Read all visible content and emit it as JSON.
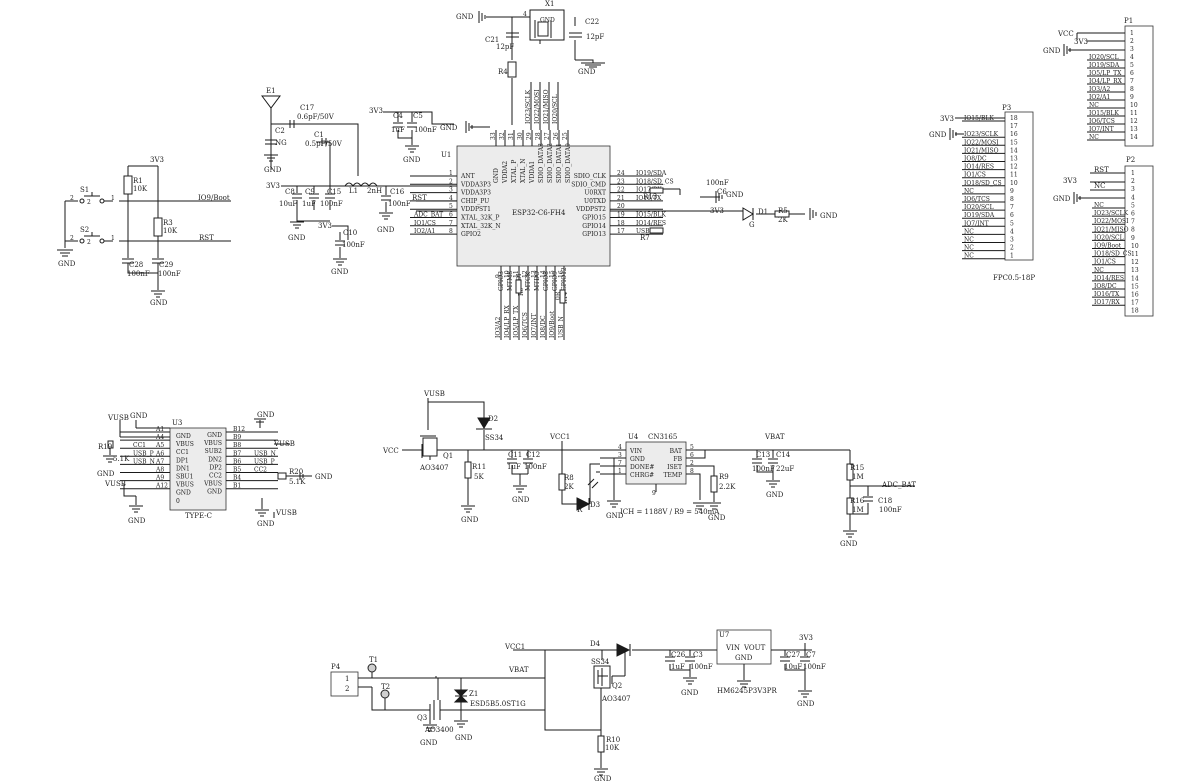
{
  "nets": {
    "gnd": "GND",
    "v3": "3V3",
    "vcc": "VCC",
    "vusb": "VUSB",
    "vcc1": "VCC1",
    "vbat": "VBAT",
    "rst": "RST",
    "io9boot": "IO9/Boot",
    "adc_bat": "ADC_BAT",
    "usb_p": "USB_P",
    "usb_n": "USB_N",
    "usb_p_a6": "USB_P A6",
    "usb_n_a7": "USB_N A7"
  },
  "crystal": {
    "ref": "X1",
    "gnd": "GND",
    "c21": "C21",
    "c21_val": "12pF",
    "c22": "C22",
    "c22_val": "12pF",
    "pin4": "4",
    "r4": "R4"
  },
  "rf": {
    "e1": "E1",
    "c17": "C17",
    "c17_val": "0.6pF/50V",
    "c1": "C1",
    "c1_val": "0.5pF/50V",
    "c2": "C2",
    "c2_val": "NG"
  },
  "caps_top": {
    "c4": "C4",
    "c4_val": "1uF",
    "c5": "C5",
    "c5_val": "100nF"
  },
  "power_in": {
    "c8": "C8",
    "c8_val": "10uF",
    "c9": "C9",
    "c9_val": "1uF",
    "c15": "C15",
    "c15_val": "100nF",
    "l1": "L1",
    "l1_val": "2nH",
    "c16": "C16",
    "c16_val": "100nF",
    "c10": "C10",
    "c10_val": "100nF"
  },
  "switches": {
    "s1": "S1",
    "s2": "S2",
    "r1": "R1",
    "r1_val": "10K",
    "r3": "R3",
    "r3_val": "10K",
    "c28": "C28",
    "c28_val": "100nF",
    "c29": "C29",
    "c29_val": "100nF",
    "pin2": "2",
    "pin1": "1"
  },
  "mcu": {
    "ref": "U1",
    "name": "ESP32-C6-FH4",
    "top_pins": [
      "GND",
      "VDDA2",
      "XTAL_P",
      "XTAL_N",
      "VDDA1",
      "SDIO_DATA3",
      "SDIO_DATA2",
      "SDIO_DATA1",
      "SDIO_DATA0"
    ],
    "top_nums": [
      "33",
      "32",
      "31",
      "30",
      "29",
      "28",
      "27",
      "26",
      "25"
    ],
    "top_nets": [
      "IO23/SCLK",
      "IO22/MOSI",
      "IO21/MISO",
      "IO20/SCL"
    ],
    "left_pins": [
      "ANT",
      "VDDA3P3",
      "VDDA3P3",
      "CHIP_PU",
      "VDDPST1",
      "XTAL_32K_P",
      "XTAL_32K_N",
      "GPIO2"
    ],
    "left_nums": [
      "1",
      "2",
      "3",
      "4",
      "5",
      "6",
      "7",
      "8"
    ],
    "left_nets": [
      "",
      "",
      "",
      "",
      "",
      "ADC_BAT",
      "IO1/CS",
      "IO2/A1"
    ],
    "right_pins": [
      "SDIO_CLK",
      "SDIO_CMD",
      "U0RXT",
      "U0TXD",
      "VDDPST2",
      "GPIO15",
      "GPIO14",
      "GPIO13"
    ],
    "right_nums": [
      "24",
      "23",
      "22",
      "21",
      "20",
      "19",
      "18",
      "17"
    ],
    "right_nets": [
      "IO19/SDA",
      "IO18/SD_CS",
      "IO17/RX",
      "IO16/TX",
      "",
      "IO15/BLK",
      "IO14/RES",
      "USB_P"
    ],
    "bottom_pins": [
      "GPIO3",
      "MTMS",
      "MTDI",
      "MTCK",
      "MTDO",
      "GPIO8",
      "GPIO9",
      "GPIO12"
    ],
    "bottom_nums": [
      "9",
      "10",
      "11",
      "12",
      "13",
      "14",
      "15",
      "16"
    ],
    "bottom_nets": [
      "IO3/A2",
      "IO4/LP_RX",
      "IO5/LP_TX",
      "IO6/TCS",
      "IO7/INT",
      "IO8/DC",
      "IO9/Boot",
      "USB_N"
    ],
    "r13": "R13",
    "r7": "R7",
    "r6": "R6",
    "r14": "R14",
    "r2": "R2",
    "r8v": "0R",
    "c6": "C6",
    "c6_val": "100nF",
    "d1": "D1",
    "d1_col": "G",
    "r5": "R5",
    "r5_val": "2K"
  },
  "p1": {
    "ref": "P1",
    "vcc": "VCC",
    "v3": "3V3",
    "gnd": "GND",
    "nets": [
      "IO20/SCL",
      "IO19/SDA",
      "IO5/LP_TX",
      "IO4/LP_RX",
      "IO3/A2",
      "IO2/A1",
      "NC",
      "IO15/BLK",
      "IO6/TCS",
      "IO7/INT",
      "NC"
    ],
    "nums": [
      "1",
      "2",
      "3",
      "4",
      "5",
      "6",
      "7",
      "8",
      "9",
      "10",
      "11",
      "12",
      "13",
      "14"
    ]
  },
  "p2": {
    "ref": "P2",
    "rst": "RST",
    "v3": "3V3",
    "nc": "NC",
    "gnd": "GND",
    "nets": [
      "NC",
      "IO23/SCLK",
      "IO22/MOSI",
      "IO21/MISO",
      "IO20/SCL",
      "IO9/Boot",
      "IO18/SD_CS",
      "IO1/CS",
      "NC",
      "IO14/RES",
      "IO8/DC",
      "IO16/TX",
      "IO17/RX"
    ],
    "nums": [
      "1",
      "2",
      "3",
      "4",
      "5",
      "6",
      "7",
      "8",
      "9",
      "10",
      "11",
      "12",
      "13",
      "14",
      "15",
      "16",
      "17",
      "18"
    ]
  },
  "p3": {
    "ref": "P3",
    "name": "FPC0.5-18P",
    "v3": "3V3",
    "gnd": "GND",
    "nets": [
      "IO15/BLK",
      "",
      "IO23/SCLK",
      "IO22/MOSI",
      "IO21/MISO",
      "IO8/DC",
      "IO14/RES",
      "IO1/CS",
      "IO18/SD_CS",
      "NC",
      "IO6/TCS",
      "IO20/SCL",
      "IO19/SDA",
      "IO7/INT",
      "NC",
      "NC",
      "NC",
      "NC"
    ],
    "nums": [
      "18",
      "17",
      "16",
      "15",
      "14",
      "13",
      "12",
      "11",
      "10",
      "9",
      "8",
      "7",
      "6",
      "5",
      "4",
      "3",
      "2",
      "1"
    ]
  },
  "usbc": {
    "ref": "U3",
    "name": "TYPE-C",
    "r19": "R19",
    "r19_val": "5.1K",
    "r20": "R20",
    "r20_val": "5.1K",
    "left_nums": [
      "A1",
      "A4",
      "A5",
      "A6",
      "A7",
      "A8",
      "A9",
      "A12"
    ],
    "left_nets": [
      "",
      "",
      "CC1",
      "USB_P",
      "USB_N",
      "",
      "",
      ""
    ],
    "left_pins": [
      "GND",
      "VBUS",
      "CC1",
      "DP1",
      "DN1",
      "SBU1",
      "VBUS",
      "GND",
      "0"
    ],
    "right_pins": [
      "GND",
      "VBUS",
      "SUB2",
      "DN2",
      "DP2",
      "CC2",
      "VBUS",
      "GND"
    ],
    "right_nums": [
      "B12",
      "B9",
      "B8",
      "B7",
      "B6",
      "B5",
      "B4",
      "B1"
    ],
    "right_nets": [
      "",
      "",
      "",
      "USB_N",
      "USB_P",
      "CC2",
      "",
      ""
    ],
    "pin0": "0"
  },
  "charger": {
    "q1": "Q1",
    "q1_val": "AO3407",
    "d2": "D2",
    "d2_val": "SS34",
    "r11": "R11",
    "r11_val": "5K",
    "c11": "C11",
    "c11_val": "1uF",
    "c12": "C12",
    "c12_val": "100nF",
    "r8": "R8",
    "r8_val": "2K",
    "d3": "D3",
    "d3_col": "R",
    "u4": "U4",
    "u4_name": "CN3165",
    "left_pins": [
      "VIN",
      "GND",
      "DONE#",
      "CHRG#"
    ],
    "left_nums": [
      "4",
      "3",
      "7",
      "1"
    ],
    "right_pins": [
      "BAT",
      "FB",
      "ISET",
      "TEMP"
    ],
    "right_nums": [
      "5",
      "6",
      "2",
      "8"
    ],
    "pin9": "9",
    "r9": "R9",
    "r9_val": "2.2K",
    "c13": "C13",
    "c13_val": "100nF",
    "c14": "C14",
    "c14_val": "22uF",
    "r15": "R15",
    "r15_val": "1M",
    "r16": "R16",
    "r16_val": "1M",
    "c18": "C18",
    "c18_val": "100nF",
    "note": "ICH = 1188V / R9 = 540mA"
  },
  "battery": {
    "p4": "P4",
    "p4_pins": [
      "1",
      "2"
    ],
    "t1": "T1",
    "t2": "T2",
    "q3": "Q3",
    "q3_val": "AO3400",
    "z1": "Z1",
    "z1_val": "ESD5B5.0ST1G",
    "d4": "D4",
    "d4_val": "SS34",
    "q2": "Q2",
    "q2_val": "AO3407",
    "r10": "R10",
    "r10_val": "10K",
    "c26": "C26",
    "c26_val": "1uF",
    "c3": "C3",
    "c3_val": "100nF",
    "u7": "U7",
    "u7_vin": "VIN",
    "u7_vout": "VOUT",
    "u7_gnd": "GND",
    "u7_name": "HM6245P3V3PR",
    "c27": "C27",
    "c27_val": "10uF",
    "c7": "C7",
    "c7_val": "100nF"
  }
}
